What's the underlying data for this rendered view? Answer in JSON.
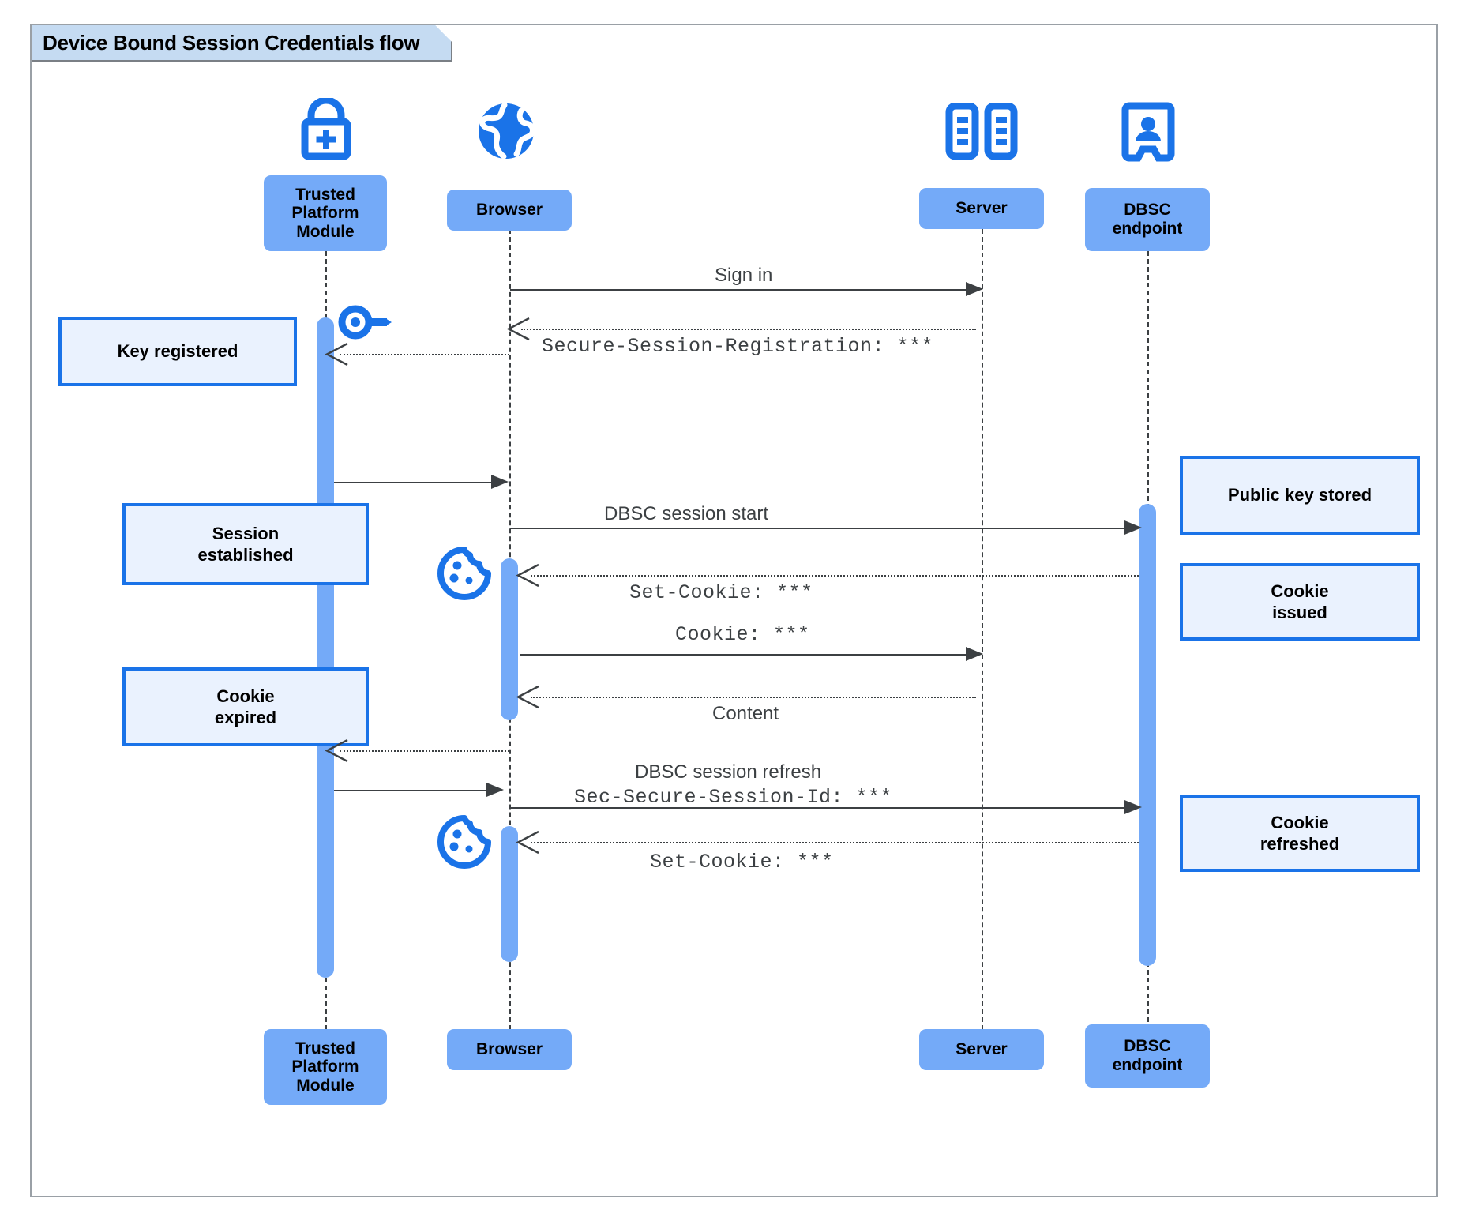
{
  "diagram": {
    "title": "Device Bound Session Credentials flow",
    "type": "sequence-diagram",
    "colors": {
      "participant_fill": "#74aaf8",
      "note_fill": "#eaf2fe",
      "note_border": "#1a73e8",
      "icon_blue": "#1a73e8",
      "frame_border": "#9aa0a6",
      "title_fill": "#c5dbf2",
      "line": "#3c4043"
    }
  },
  "participants": [
    {
      "id": "tpm",
      "label": "Trusted\nPlatform\nModule",
      "label_line1": "Trusted",
      "label_line2": "Platform",
      "label_line3": "Module",
      "icon": "lock-plus-icon"
    },
    {
      "id": "browser",
      "label": "Browser",
      "icon": "globe-icon"
    },
    {
      "id": "server",
      "label": "Server",
      "icon": "server-racks-icon"
    },
    {
      "id": "dbsc",
      "label": "DBSC\nendpoint",
      "label_line1": "DBSC",
      "label_line2": "endpoint",
      "icon": "id-badge-icon"
    }
  ],
  "messages": [
    {
      "id": "m1",
      "from": "browser",
      "to": "server",
      "style": "solid",
      "label": "Sign in",
      "font": "sans"
    },
    {
      "id": "m2",
      "from": "server",
      "to": "browser",
      "style": "dotted",
      "label": "Secure-Session-Registration: ***",
      "font": "mono"
    },
    {
      "id": "m3",
      "from": "tpm",
      "to": "browser",
      "style": "dotted",
      "label": "",
      "font": "sans"
    },
    {
      "id": "m4",
      "from": "tpm",
      "to": "browser",
      "style": "solid",
      "label": "",
      "font": "sans"
    },
    {
      "id": "m5",
      "from": "browser",
      "to": "dbsc",
      "style": "solid",
      "label": "DBSC session start",
      "font": "sans"
    },
    {
      "id": "m6",
      "from": "dbsc",
      "to": "browser",
      "style": "dotted",
      "label": "Set-Cookie: ***",
      "font": "mono"
    },
    {
      "id": "m7",
      "from": "browser",
      "to": "server",
      "style": "solid",
      "label": "Cookie: ***",
      "font": "mono"
    },
    {
      "id": "m8",
      "from": "server",
      "to": "browser",
      "style": "dotted",
      "label": "Content",
      "font": "sans"
    },
    {
      "id": "m9",
      "from": "browser",
      "to": "tpm",
      "style": "dotted",
      "label": "",
      "font": "sans"
    },
    {
      "id": "m10",
      "from": "tpm",
      "to": "browser",
      "style": "solid",
      "label": "",
      "font": "sans"
    },
    {
      "id": "m11",
      "from": "browser",
      "to": "dbsc",
      "style": "solid",
      "label": "DBSC session refresh",
      "label2": "Sec-Secure-Session-Id: ***",
      "font": "sans"
    },
    {
      "id": "m12",
      "from": "dbsc",
      "to": "browser",
      "style": "dotted",
      "label": "Set-Cookie: ***",
      "font": "mono"
    }
  ],
  "notes": [
    {
      "id": "n1",
      "text": "Key registered",
      "side": "left",
      "anchor": "tpm"
    },
    {
      "id": "n2",
      "text": "Session\nestablished",
      "line1": "Session",
      "line2": "established",
      "side": "left",
      "anchor": "tpm"
    },
    {
      "id": "n3",
      "text": "Cookie\nexpired",
      "line1": "Cookie",
      "line2": "expired",
      "side": "left",
      "anchor": "tpm"
    },
    {
      "id": "n4",
      "text": "Public key stored",
      "line1": "Public key stored",
      "line2": "",
      "side": "right",
      "anchor": "dbsc"
    },
    {
      "id": "n5",
      "text": "Cookie\nissued",
      "line1": "Cookie",
      "line2": "issued",
      "side": "right",
      "anchor": "dbsc"
    },
    {
      "id": "n6",
      "text": "Cookie\nrefreshed",
      "line1": "Cookie",
      "line2": "refreshed",
      "side": "right",
      "anchor": "dbsc"
    }
  ],
  "inline_icons": [
    {
      "id": "key1",
      "name": "key-icon",
      "near": "tpm"
    },
    {
      "id": "cookie1",
      "name": "cookie-icon",
      "near": "browser"
    },
    {
      "id": "cookie2",
      "name": "cookie-icon",
      "near": "browser"
    }
  ]
}
